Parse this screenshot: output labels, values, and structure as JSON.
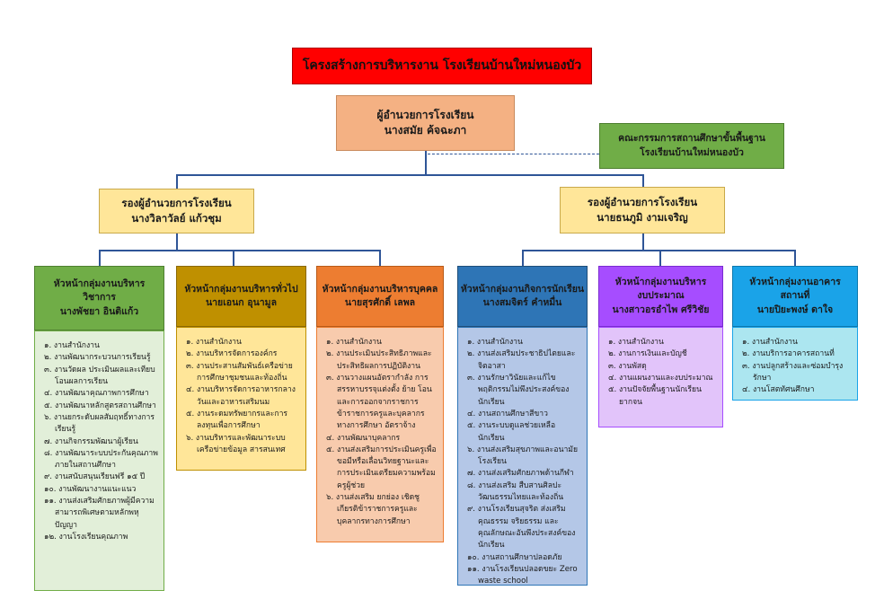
{
  "title": "โครงสร้างการบริหารงาน โรงเรียนบ้านใหม่หนองบัว",
  "director": {
    "role": "ผู้อำนวยการโรงเรียน",
    "name": "นางสมัย ค้จฉะภา"
  },
  "committee": {
    "line1": "คณะกรรมการสถานศึกษาขั้นพื้นฐาน",
    "line2": "โรงเรียนบ้านใหม่หนองบัว"
  },
  "deputies": [
    {
      "role": "รองผู้อำนวยการโรงเรียน",
      "name": "นางวิลาวัลย์ แก้วชุม"
    },
    {
      "role": "รองผู้อำนวยการโรงเรียน",
      "name": "นายธนภูมิ งามเจริญ"
    }
  ],
  "colors": {
    "title": "#ff0000",
    "director": "#f4b183",
    "committee": "#70ad47",
    "deputy": "#ffe699",
    "academic": "#70ad47",
    "general": "#bf9000",
    "personnel": "#ed7d31",
    "student": "#2e75b6",
    "budget": "#a64dff",
    "building": "#1aa3e8",
    "line": "#2f5597"
  },
  "groups": [
    {
      "head_lines": [
        "หัวหน้ากลุ่มงานบริหาร",
        "วิชาการ",
        "นางพัชยา อินติแก้ว"
      ],
      "tasks": [
        "๑. งานสำนักงาน",
        "๒. งานพัฒนากระบวนการเรียนรู้",
        "๓. งานวัดผล ประเมินผลและเทียบโอนผลการเรียน",
        "๔. งานพัฒนาคุณภาพการศึกษา",
        "๕. งานพัฒนาหลักสูตรสถานศึกษา",
        "๖. งานยกระดับผลสัมฤทธิ์ทางการเรียนรู้",
        "๗. งานกิจกรรมพัฒนาผู้เรียน",
        "๘. งานพัฒนาระบบประกันคุณภาพภายในสถานศึกษา",
        "๙. งานสนับสนุนเรียนฟรี ๑๕ ปี",
        "๑๐. งานพัฒนางานแนะแนว",
        "๑๑. งานส่งเสริมศักยภาพผู้มีความสามารถพิเศษตามหลักพหุปัญญา",
        "๑๒. งานโรงเรียนคุณภาพ"
      ]
    },
    {
      "head_lines": [
        "หัวหน้ากลุ่มงานบริหารทั่วไป",
        "นายเอนก อุนามูล"
      ],
      "tasks": [
        "๑. งานสำนักงาน",
        "๒. งานบริหารจัดการองค์กร",
        "๓. งานประสานสัมพันธ์เครือข่ายการศึกษาชุมชนและท้องถิ่น",
        "๔. งานบริหารจัดการอาหารกลางวันและอาหารเสริมนม",
        "๕. งานระดมทรัพยากรและการลงทุนเพื่อการศึกษา",
        "๖. งานบริหารและพัฒนาระบบเครือข่ายข้อมูล สารสนเทศ"
      ]
    },
    {
      "head_lines": [
        "หัวหน้ากลุ่มงานบริหารบุคคล",
        "นายสุรศักดิ์ เลพล"
      ],
      "tasks": [
        "๑. งานสำนักงาน",
        "๒. งานประเมินประสิทธิภาพและประสิทธิผลการปฏิบัติงาน",
        "๓. งานวางแผนอัตรากำลัง การสรรหาบรรจุแต่งตั้ง ย้าย โอน และการออกจากราชการข้าราชการครูและบุคลากรทางการศึกษา อัตราจ้าง",
        "๔. งานพัฒนาบุคลากร",
        "๕. งานส่งเสริมการประเมินครูเพื่อขอมีหรือเลื่อนวิทยฐานะและการประเมินเตรียมความพร้อมครูผู้ช่วย",
        "๖. งานส่งเสริม ยกย่อง เชิดชูเกียรติข้าราชการครูและบุคลากรทางการศึกษา"
      ]
    },
    {
      "head_lines": [
        "หัวหน้ากลุ่มงานกิจการนักเรียน",
        "นางสมจิตร์ คำหมื่น"
      ],
      "tasks": [
        "๑. งานสำนักงาน",
        "๒. งานส่งเสริมประชาธิปไตยและจิตอาสา",
        "๓. งานรักษาวินัยและแก้ไขพฤติกรรมไม่พึงประสงค์ของนักเรียน",
        "๔. งานสถานศึกษาสีขาว",
        "๕. งานระบบดูแลช่วยเหลือนักเรียน",
        "๖. งานส่งเสริมสุขภาพและอนามัยโรงเรียน",
        "๗. งานส่งเสริมศักยภาพด้านกีฬา",
        "๘. งานส่งเสริม สืบสานศิลปะวัฒนธรรมไทยและท้องถิ่น",
        "๙. งานโรงเรียนสุจริต ส่งเสริมคุณธรรม จริยธรรม และคุณลักษณะอันพึงประสงค์ของนักเรียน",
        "๑๐. งานสถานศึกษาปลอดภัย",
        "๑๑. งานโรงเรียนปลอดขยะ Zero waste school"
      ]
    },
    {
      "head_lines": [
        "หัวหน้ากลุ่มงานบริหาร",
        "งบประมาณ",
        "นางสาวอรอำไพ ศรีวิชัย"
      ],
      "tasks": [
        "๑. งานสำนักงาน",
        "๒. งานการเงินและบัญชี",
        "๓. งานพัสดุ",
        "๔. งานแผนงานและงบประมาณ",
        "๕. งานปัจจัยพื้นฐานนักเรียนยากจน"
      ]
    },
    {
      "head_lines": [
        "หัวหน้ากลุ่มงานอาคาร",
        "สถานที่",
        "นายปิยะพงษ์ ดาใจ"
      ],
      "tasks": [
        "๑. งานสำนักงาน",
        "๒. งานบริการอาคารสถานที่",
        "๓. งานปลูกสร้างและซ่อมบำรุงรักษา",
        "๔. งานโสตทัศนศึกษา"
      ]
    }
  ]
}
